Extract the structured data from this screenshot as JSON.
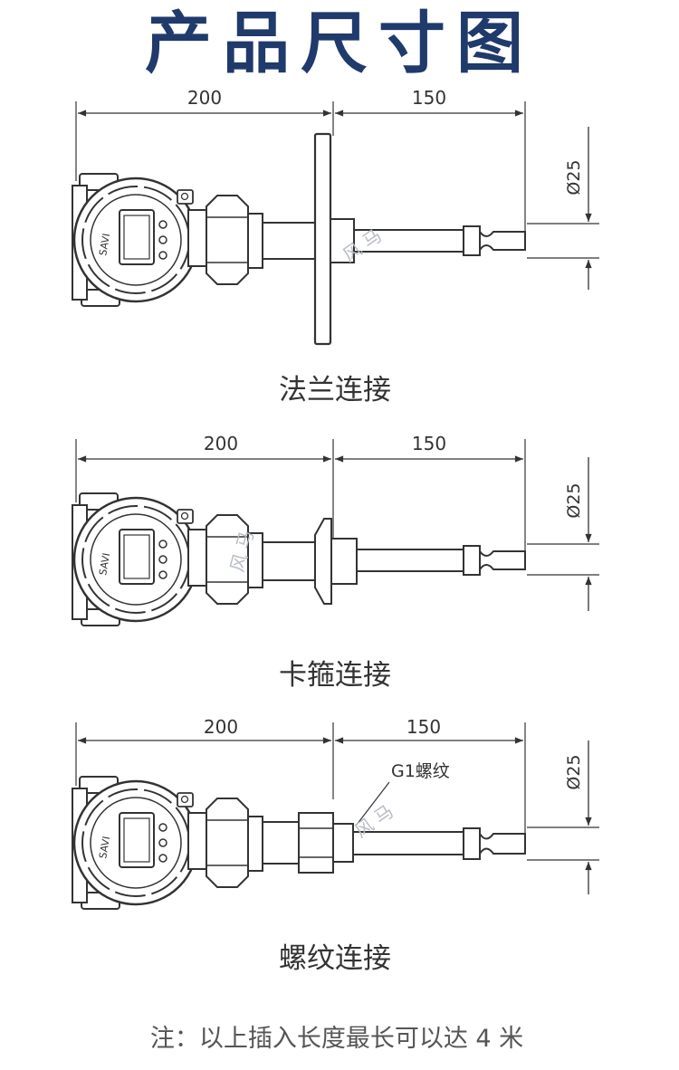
{
  "title": "产品尺寸图",
  "diagrams": [
    {
      "caption": "法兰连接",
      "dim_body": "200",
      "dim_probe": "150",
      "dim_diameter": "Ø25",
      "logo": "SAVI",
      "watermark": "风 马"
    },
    {
      "caption": "卡箍连接",
      "dim_body": "200",
      "dim_probe": "150",
      "dim_diameter": "Ø25",
      "logo": "SAVI",
      "watermark": "风 马"
    },
    {
      "caption": "螺纹连接",
      "dim_body": "200",
      "dim_probe": "150",
      "dim_diameter": "Ø25",
      "thread_label": "G1螺纹",
      "logo": "SAVI",
      "watermark": "风 马"
    }
  ],
  "note": "注：以上插入长度最长可以达 4 米",
  "colors": {
    "title": "#1f3a6b",
    "line": "#333333"
  }
}
